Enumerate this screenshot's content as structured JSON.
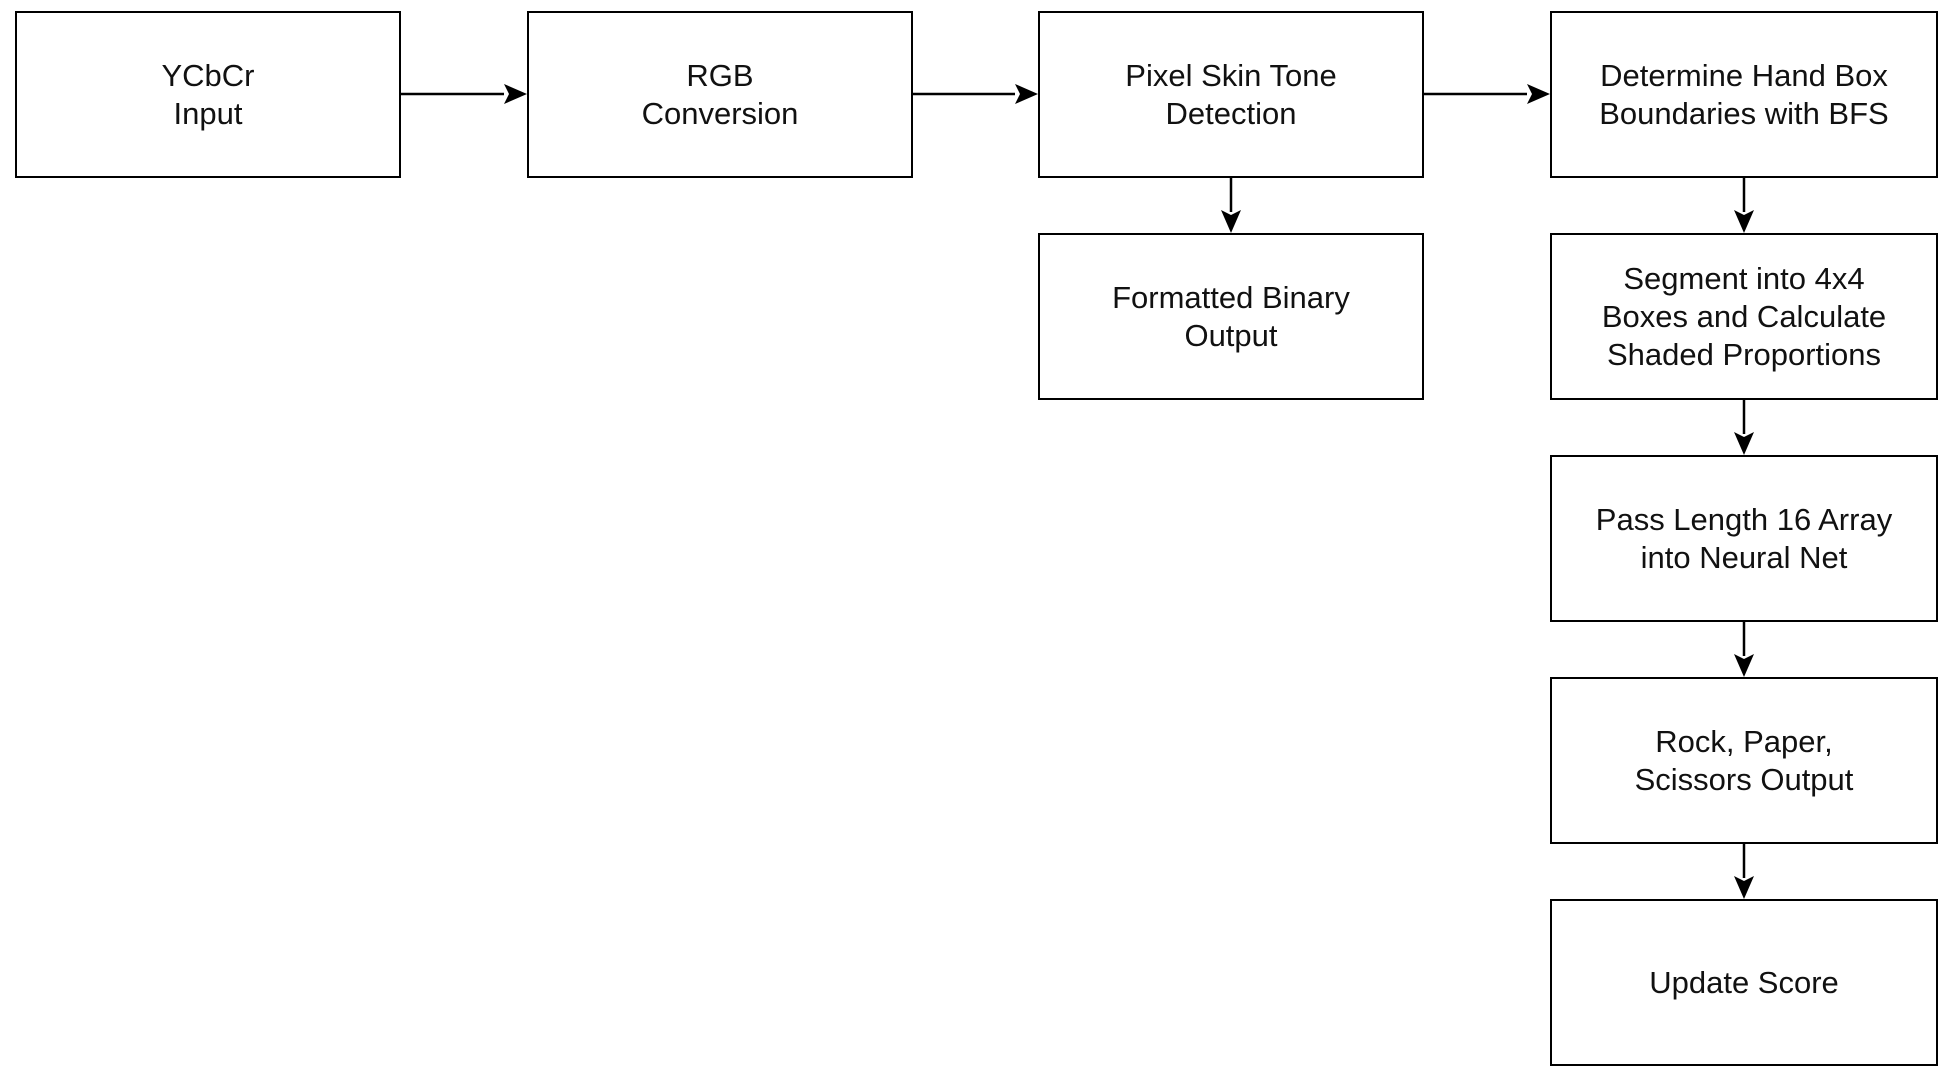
{
  "diagram": {
    "nodes": [
      {
        "id": "ycbcr-input",
        "lines": [
          "YCbCr",
          "Input"
        ]
      },
      {
        "id": "rgb-conversion",
        "lines": [
          "RGB",
          "Conversion"
        ]
      },
      {
        "id": "pixel-skin-tone-detection",
        "lines": [
          "Pixel Skin Tone",
          "Detection"
        ]
      },
      {
        "id": "determine-hand-box",
        "lines": [
          "Determine Hand Box",
          "Boundaries with BFS"
        ]
      },
      {
        "id": "formatted-binary-output",
        "lines": [
          "Formatted Binary",
          "Output"
        ]
      },
      {
        "id": "segment-4x4",
        "lines": [
          "Segment into 4x4",
          "Boxes and Calculate",
          "Shaded Proportions"
        ]
      },
      {
        "id": "neural-net",
        "lines": [
          "Pass Length 16 Array",
          "into Neural Net"
        ]
      },
      {
        "id": "rps-output",
        "lines": [
          "Rock, Paper,",
          "Scissors Output"
        ]
      },
      {
        "id": "update-score",
        "lines": [
          "Update Score"
        ]
      }
    ],
    "edges": [
      {
        "from": "ycbcr-input",
        "to": "rgb-conversion"
      },
      {
        "from": "rgb-conversion",
        "to": "pixel-skin-tone-detection"
      },
      {
        "from": "pixel-skin-tone-detection",
        "to": "determine-hand-box"
      },
      {
        "from": "pixel-skin-tone-detection",
        "to": "formatted-binary-output"
      },
      {
        "from": "determine-hand-box",
        "to": "segment-4x4"
      },
      {
        "from": "segment-4x4",
        "to": "neural-net"
      },
      {
        "from": "neural-net",
        "to": "rps-output"
      },
      {
        "from": "rps-output",
        "to": "update-score"
      }
    ],
    "colors": {
      "stroke": "#000000",
      "fill": "#ffffff",
      "text": "#111111"
    }
  }
}
